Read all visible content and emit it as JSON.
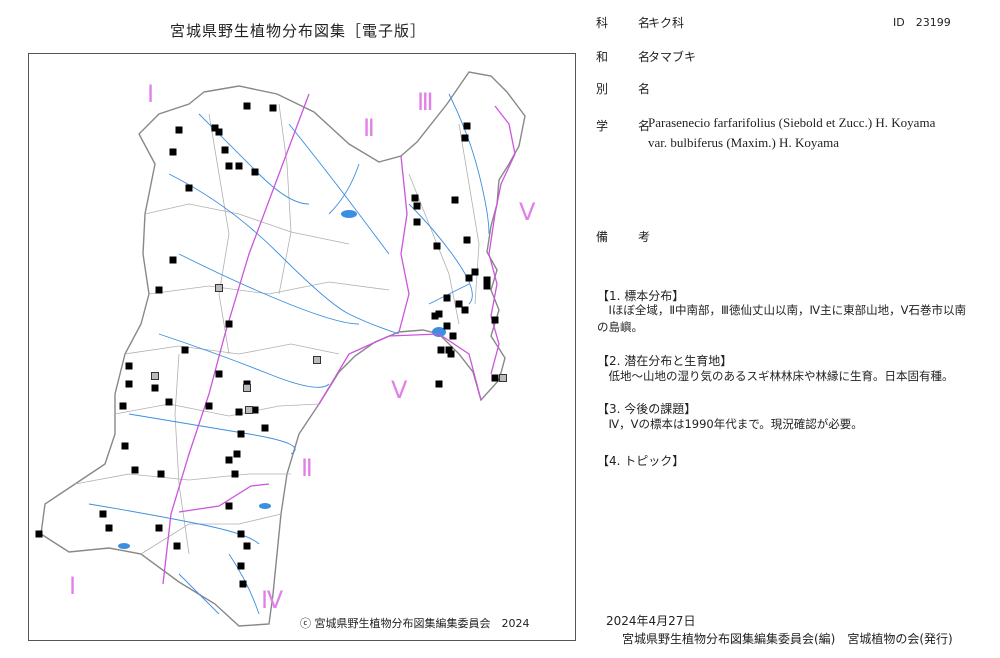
{
  "map": {
    "title": "宮城県野生植物分布図集［電子版］",
    "copyright": "ⓒ 宮城県野生植物分布図集編集委員会　2024",
    "region_labels": [
      "Ⅰ",
      "Ⅱ",
      "Ⅲ",
      "Ⅴ",
      "Ⅴ",
      "Ⅱ",
      "Ⅰ",
      "Ⅳ"
    ],
    "colors": {
      "region_label": "#e080e8",
      "boundary": "#cc55dd",
      "rivers": "#3b8fe0",
      "municipal": "#aaaaaa",
      "coast": "#888888",
      "specimen": "#000000"
    }
  },
  "fields": {
    "family": {
      "label": "科　名",
      "value": "キク科"
    },
    "id": "ID　23199",
    "japanese": {
      "label": "和　名",
      "value": "タマブキ"
    },
    "alias": {
      "label": "別　名",
      "value": ""
    },
    "scientific": {
      "label": "学　名",
      "line1": "Parasenecio farfarifolius (Siebold et Zucc.) H. Koyama",
      "line2": "var. bulbiferus (Maxim.) H. Koyama"
    },
    "remarks": {
      "label": "備　考",
      "value": ""
    }
  },
  "sections": [
    {
      "heading": "【1. 標本分布】",
      "body": "　Ⅰほぼ全域，Ⅱ中南部，Ⅲ徳仙丈山以南，Ⅳ主に東部山地，Ⅴ石巻市以南の島嶼。"
    },
    {
      "heading": "【2. 潜在分布と生育地】",
      "body": "　低地～山地の湿り気のあるスギ林林床や林縁に生育。日本固有種。"
    },
    {
      "heading": "【3. 今後の課題】",
      "body": "　Ⅳ，Ⅴの標本は1990年代まで。現況確認が必要。"
    },
    {
      "heading": "【4. トピック】",
      "body": ""
    }
  ],
  "footer": {
    "date": "2024年4月27日",
    "publisher": "宮城県野生植物分布図集編集委員会(編)　宮城植物の会(発行)"
  }
}
